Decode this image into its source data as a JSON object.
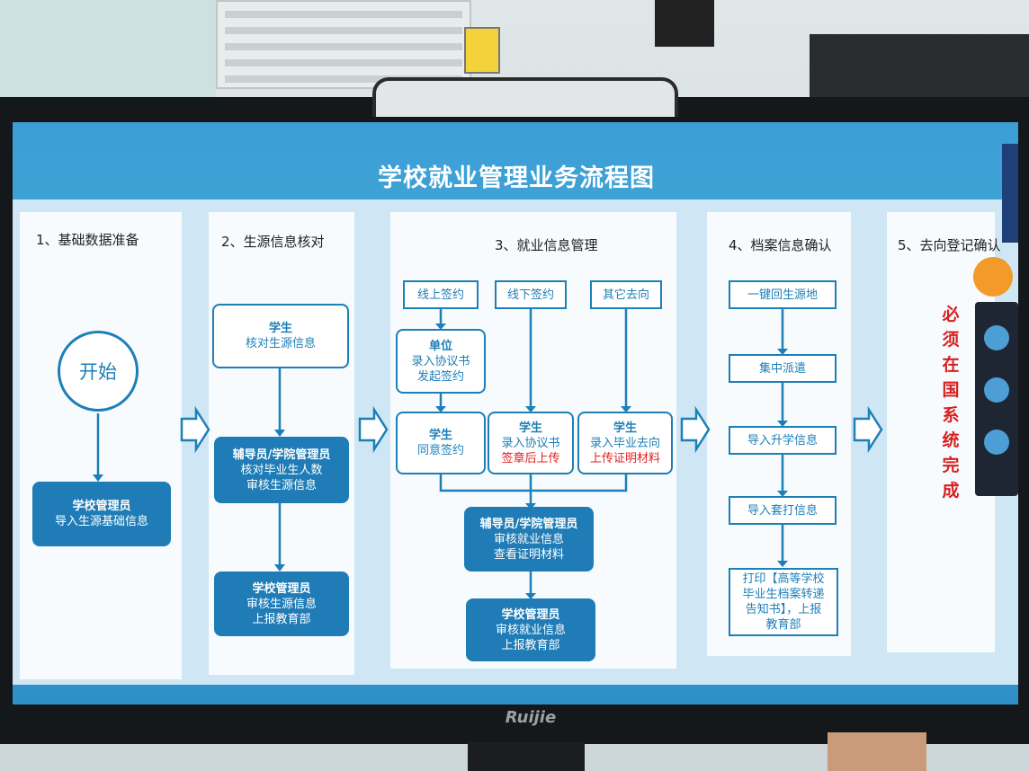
{
  "title": "学校就业管理业务流程图",
  "columns": {
    "c1": {
      "head": "1、基础数据准备",
      "start": "开始",
      "admin_role": "学校管理员",
      "admin_task": "导入生源基础信息"
    },
    "c2": {
      "head": "2、生源信息核对",
      "student_role": "学生",
      "student_task": "核对生源信息",
      "counselor_role": "辅导员/学院管理员",
      "counselor_task1": "核对毕业生人数",
      "counselor_task2": "审核生源信息",
      "admin_role": "学校管理员",
      "admin_task1": "审核生源信息",
      "admin_task2": "上报教育部"
    },
    "c3": {
      "head": "3、就业信息管理",
      "online": "线上签约",
      "offline": "线下签约",
      "other": "其它去向",
      "unit_role": "单位",
      "unit_task1": "录入协议书",
      "unit_task2": "发起签约",
      "s1_role": "学生",
      "s1_task": "同意签约",
      "s2_role": "学生",
      "s2_task": "录入协议书",
      "s2_note": "签章后上传",
      "s3_role": "学生",
      "s3_task": "录入毕业去向",
      "s3_note": "上传证明材料",
      "counselor_role": "辅导员/学院管理员",
      "counselor_task1": "审核就业信息",
      "counselor_task2": "查看证明材料",
      "admin_role": "学校管理员",
      "admin_task1": "审核就业信息",
      "admin_task2": "上报教育部"
    },
    "c4": {
      "head": "4、档案信息确认",
      "step1": "一键回生源地",
      "step2": "集中派遣",
      "step3": "导入升学信息",
      "step4": "导入套打信息",
      "step5a": "打印【高等学校",
      "step5b": "毕业生档案转递",
      "step5c": "告知书】，上报",
      "step5d": "教育部"
    },
    "c5": {
      "head": "5、去向登记确认",
      "vertical": "必须在国系统完成"
    }
  },
  "brand": "Ruijie",
  "colors": {
    "accent": "#1c7fb8",
    "alert": "#e02020",
    "screen": "#3c9ed4"
  }
}
